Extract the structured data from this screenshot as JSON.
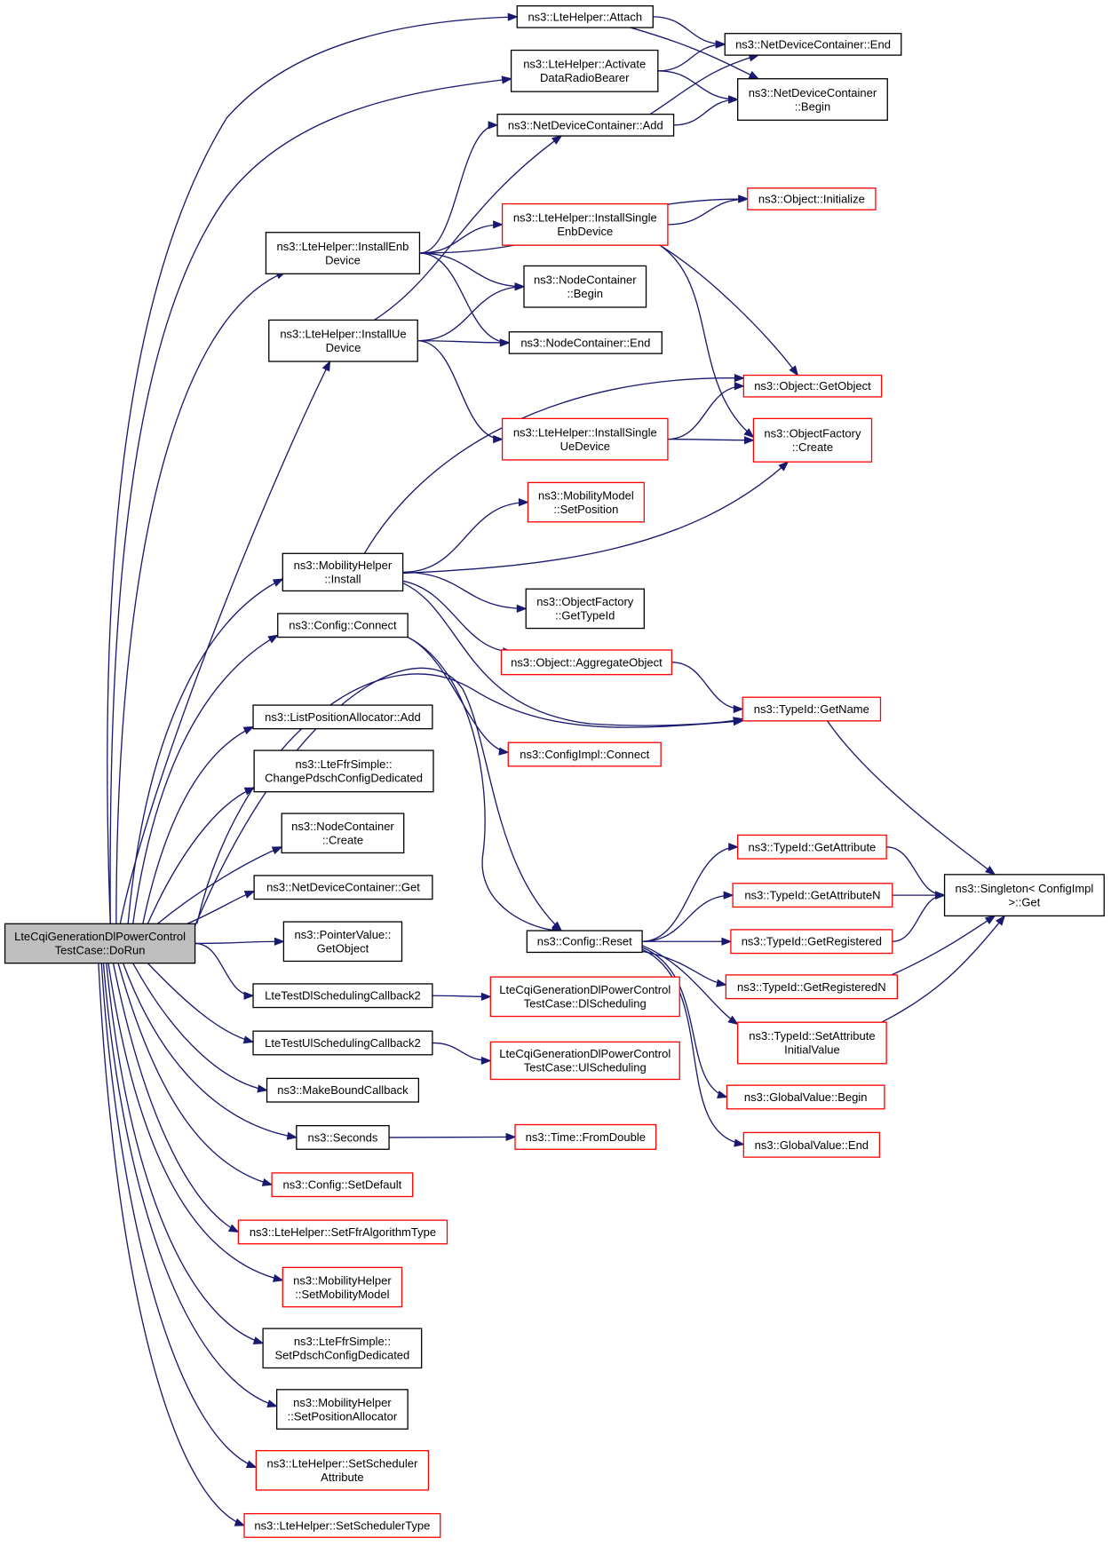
{
  "graph": {
    "root": "n_root",
    "nodes": [
      {
        "id": "n_root",
        "lines": [
          "LteCqiGenerationDlPowerControl",
          "TestCase::DoRun"
        ],
        "style": "root"
      },
      {
        "id": "n_attach",
        "lines": [
          "ns3::LteHelper::Attach"
        ],
        "style": "normal"
      },
      {
        "id": "n_adrb",
        "lines": [
          "ns3::LteHelper::Activate",
          "DataRadioBearer"
        ],
        "style": "normal"
      },
      {
        "id": "n_ndcadd",
        "lines": [
          "ns3::NetDeviceContainer::Add"
        ],
        "style": "normal"
      },
      {
        "id": "n_ndcend",
        "lines": [
          "ns3::NetDeviceContainer::End"
        ],
        "style": "normal"
      },
      {
        "id": "n_ndcbegin",
        "lines": [
          "ns3::NetDeviceContainer",
          "::Begin"
        ],
        "style": "normal"
      },
      {
        "id": "n_objinit",
        "lines": [
          "ns3::Object::Initialize"
        ],
        "style": "truncated"
      },
      {
        "id": "n_ise",
        "lines": [
          "ns3::LteHelper::InstallSingle",
          "EnbDevice"
        ],
        "style": "truncated"
      },
      {
        "id": "n_ied",
        "lines": [
          "ns3::LteHelper::InstallEnb",
          "Device"
        ],
        "style": "normal"
      },
      {
        "id": "n_ncbegin",
        "lines": [
          "ns3::NodeContainer",
          "::Begin"
        ],
        "style": "normal"
      },
      {
        "id": "n_iud",
        "lines": [
          "ns3::LteHelper::InstallUe",
          "Device"
        ],
        "style": "normal"
      },
      {
        "id": "n_ncend",
        "lines": [
          "ns3::NodeContainer::End"
        ],
        "style": "normal"
      },
      {
        "id": "n_getobj",
        "lines": [
          "ns3::Object::GetObject"
        ],
        "style": "truncated"
      },
      {
        "id": "n_isu",
        "lines": [
          "ns3::LteHelper::InstallSingle",
          "UeDevice"
        ],
        "style": "truncated"
      },
      {
        "id": "n_ofcreate",
        "lines": [
          "ns3::ObjectFactory",
          "::Create"
        ],
        "style": "truncated"
      },
      {
        "id": "n_mmsetpos",
        "lines": [
          "ns3::MobilityModel",
          "::SetPosition"
        ],
        "style": "truncated"
      },
      {
        "id": "n_mhinstall",
        "lines": [
          "ns3::MobilityHelper",
          "::Install"
        ],
        "style": "normal"
      },
      {
        "id": "n_ofgettid",
        "lines": [
          "ns3::ObjectFactory",
          "::GetTypeId"
        ],
        "style": "normal"
      },
      {
        "id": "n_cfgconnect",
        "lines": [
          "ns3::Config::Connect"
        ],
        "style": "normal"
      },
      {
        "id": "n_aggobj",
        "lines": [
          "ns3::Object::AggregateObject"
        ],
        "style": "truncated"
      },
      {
        "id": "n_tidname",
        "lines": [
          "ns3::TypeId::GetName"
        ],
        "style": "truncated"
      },
      {
        "id": "n_lpaadd",
        "lines": [
          "ns3::ListPositionAllocator::Add"
        ],
        "style": "normal"
      },
      {
        "id": "n_cimplconnect",
        "lines": [
          "ns3::ConfigImpl::Connect"
        ],
        "style": "truncated"
      },
      {
        "id": "n_ffrchange",
        "lines": [
          "ns3::LteFfrSimple::",
          "ChangePdschConfigDedicated"
        ],
        "style": "normal"
      },
      {
        "id": "n_nccreate",
        "lines": [
          "ns3::NodeContainer",
          "::Create"
        ],
        "style": "normal"
      },
      {
        "id": "n_tidattr",
        "lines": [
          "ns3::TypeId::GetAttribute"
        ],
        "style": "truncated"
      },
      {
        "id": "n_ndcget",
        "lines": [
          "ns3::NetDeviceContainer::Get"
        ],
        "style": "normal"
      },
      {
        "id": "n_singleton",
        "lines": [
          "ns3::Singleton< ConfigImpl",
          "  >::Get"
        ],
        "style": "normal"
      },
      {
        "id": "n_tidattrn",
        "lines": [
          "ns3::TypeId::GetAttributeN"
        ],
        "style": "truncated"
      },
      {
        "id": "n_pvgetobj",
        "lines": [
          "ns3::PointerValue::",
          "GetObject"
        ],
        "style": "normal"
      },
      {
        "id": "n_cfgreset",
        "lines": [
          "ns3::Config::Reset"
        ],
        "style": "normal"
      },
      {
        "id": "n_tidreg",
        "lines": [
          "ns3::TypeId::GetRegistered"
        ],
        "style": "truncated"
      },
      {
        "id": "n_tidregn",
        "lines": [
          "ns3::TypeId::GetRegisteredN"
        ],
        "style": "truncated"
      },
      {
        "id": "n_ltdl",
        "lines": [
          "LteTestDlSchedulingCallback2"
        ],
        "style": "normal"
      },
      {
        "id": "n_dlsched",
        "lines": [
          "LteCqiGenerationDlPowerControl",
          "TestCase::DlScheduling"
        ],
        "style": "truncated"
      },
      {
        "id": "n_tidsetattr",
        "lines": [
          "ns3::TypeId::SetAttribute",
          "InitialValue"
        ],
        "style": "truncated"
      },
      {
        "id": "n_ltul",
        "lines": [
          "LteTestUlSchedulingCallback2"
        ],
        "style": "normal"
      },
      {
        "id": "n_ulsched",
        "lines": [
          "LteCqiGenerationDlPowerControl",
          "TestCase::UlScheduling"
        ],
        "style": "truncated"
      },
      {
        "id": "n_mbc",
        "lines": [
          "ns3::MakeBoundCallback"
        ],
        "style": "normal"
      },
      {
        "id": "n_gvbegin",
        "lines": [
          "ns3::GlobalValue::Begin"
        ],
        "style": "truncated"
      },
      {
        "id": "n_seconds",
        "lines": [
          "ns3::Seconds"
        ],
        "style": "normal"
      },
      {
        "id": "n_fromdouble",
        "lines": [
          "ns3::Time::FromDouble"
        ],
        "style": "truncated"
      },
      {
        "id": "n_gvend",
        "lines": [
          "ns3::GlobalValue::End"
        ],
        "style": "truncated"
      },
      {
        "id": "n_setdefault",
        "lines": [
          "ns3::Config::SetDefault"
        ],
        "style": "truncated"
      },
      {
        "id": "n_setffr",
        "lines": [
          "ns3::LteHelper::SetFfrAlgorithmType"
        ],
        "style": "truncated"
      },
      {
        "id": "n_setmob",
        "lines": [
          "ns3::MobilityHelper",
          "::SetMobilityModel"
        ],
        "style": "truncated"
      },
      {
        "id": "n_setpdsch",
        "lines": [
          "ns3::LteFfrSimple::",
          "SetPdschConfigDedicated"
        ],
        "style": "normal"
      },
      {
        "id": "n_setposalloc",
        "lines": [
          "ns3::MobilityHelper",
          "::SetPositionAllocator"
        ],
        "style": "normal"
      },
      {
        "id": "n_setschedattr",
        "lines": [
          "ns3::LteHelper::SetScheduler",
          "Attribute"
        ],
        "style": "truncated"
      },
      {
        "id": "n_setschedtype",
        "lines": [
          "ns3::LteHelper::SetSchedulerType"
        ],
        "style": "truncated"
      }
    ],
    "edges": [
      [
        "n_root",
        "n_attach"
      ],
      [
        "n_root",
        "n_adrb"
      ],
      [
        "n_root",
        "n_ied"
      ],
      [
        "n_root",
        "n_iud"
      ],
      [
        "n_root",
        "n_mhinstall"
      ],
      [
        "n_root",
        "n_cfgconnect"
      ],
      [
        "n_root",
        "n_lpaadd"
      ],
      [
        "n_root",
        "n_ffrchange"
      ],
      [
        "n_root",
        "n_nccreate"
      ],
      [
        "n_root",
        "n_ndcget"
      ],
      [
        "n_root",
        "n_pvgetobj"
      ],
      [
        "n_root",
        "n_ltdl"
      ],
      [
        "n_root",
        "n_ltul"
      ],
      [
        "n_root",
        "n_mbc"
      ],
      [
        "n_root",
        "n_seconds"
      ],
      [
        "n_root",
        "n_setdefault"
      ],
      [
        "n_root",
        "n_setffr"
      ],
      [
        "n_root",
        "n_setmob"
      ],
      [
        "n_root",
        "n_setpdsch"
      ],
      [
        "n_root",
        "n_setposalloc"
      ],
      [
        "n_root",
        "n_setschedattr"
      ],
      [
        "n_root",
        "n_setschedtype"
      ],
      [
        "n_root",
        "n_cfgreset"
      ],
      [
        "n_root",
        "n_tidname"
      ],
      [
        "n_attach",
        "n_ndcend"
      ],
      [
        "n_attach",
        "n_ndcbegin"
      ],
      [
        "n_adrb",
        "n_ndcend"
      ],
      [
        "n_adrb",
        "n_ndcbegin"
      ],
      [
        "n_ndcadd",
        "n_ndcend"
      ],
      [
        "n_ndcadd",
        "n_ndcbegin"
      ],
      [
        "n_ied",
        "n_ndcadd"
      ],
      [
        "n_ied",
        "n_objinit"
      ],
      [
        "n_ied",
        "n_ise"
      ],
      [
        "n_ied",
        "n_ncbegin"
      ],
      [
        "n_ied",
        "n_ncend"
      ],
      [
        "n_iud",
        "n_ndcadd"
      ],
      [
        "n_iud",
        "n_ncbegin"
      ],
      [
        "n_iud",
        "n_ncend"
      ],
      [
        "n_iud",
        "n_isu"
      ],
      [
        "n_ise",
        "n_objinit"
      ],
      [
        "n_ise",
        "n_getobj"
      ],
      [
        "n_ise",
        "n_ofcreate"
      ],
      [
        "n_isu",
        "n_getobj"
      ],
      [
        "n_isu",
        "n_ofcreate"
      ],
      [
        "n_mhinstall",
        "n_getobj"
      ],
      [
        "n_mhinstall",
        "n_mmsetpos"
      ],
      [
        "n_mhinstall",
        "n_ofcreate"
      ],
      [
        "n_mhinstall",
        "n_ofgettid"
      ],
      [
        "n_mhinstall",
        "n_aggobj"
      ],
      [
        "n_mhinstall",
        "n_tidname"
      ],
      [
        "n_cfgconnect",
        "n_cimplconnect"
      ],
      [
        "n_cfgconnect",
        "n_cfgreset"
      ],
      [
        "n_aggobj",
        "n_tidname"
      ],
      [
        "n_tidname",
        "n_singleton"
      ],
      [
        "n_cfgreset",
        "n_tidattr"
      ],
      [
        "n_cfgreset",
        "n_tidattrn"
      ],
      [
        "n_cfgreset",
        "n_tidreg"
      ],
      [
        "n_cfgreset",
        "n_tidregn"
      ],
      [
        "n_cfgreset",
        "n_tidsetattr"
      ],
      [
        "n_cfgreset",
        "n_gvbegin"
      ],
      [
        "n_cfgreset",
        "n_gvend"
      ],
      [
        "n_tidattr",
        "n_singleton"
      ],
      [
        "n_tidattrn",
        "n_singleton"
      ],
      [
        "n_tidreg",
        "n_singleton"
      ],
      [
        "n_tidregn",
        "n_singleton"
      ],
      [
        "n_tidsetattr",
        "n_singleton"
      ],
      [
        "n_ltdl",
        "n_dlsched"
      ],
      [
        "n_ltul",
        "n_ulsched"
      ],
      [
        "n_seconds",
        "n_fromdouble"
      ]
    ]
  },
  "colors": {
    "edge": "#191970",
    "node_border": "#000000",
    "truncated_border": "#ff0000",
    "root_fill": "#bfbfbf",
    "background": "#ffffff"
  }
}
